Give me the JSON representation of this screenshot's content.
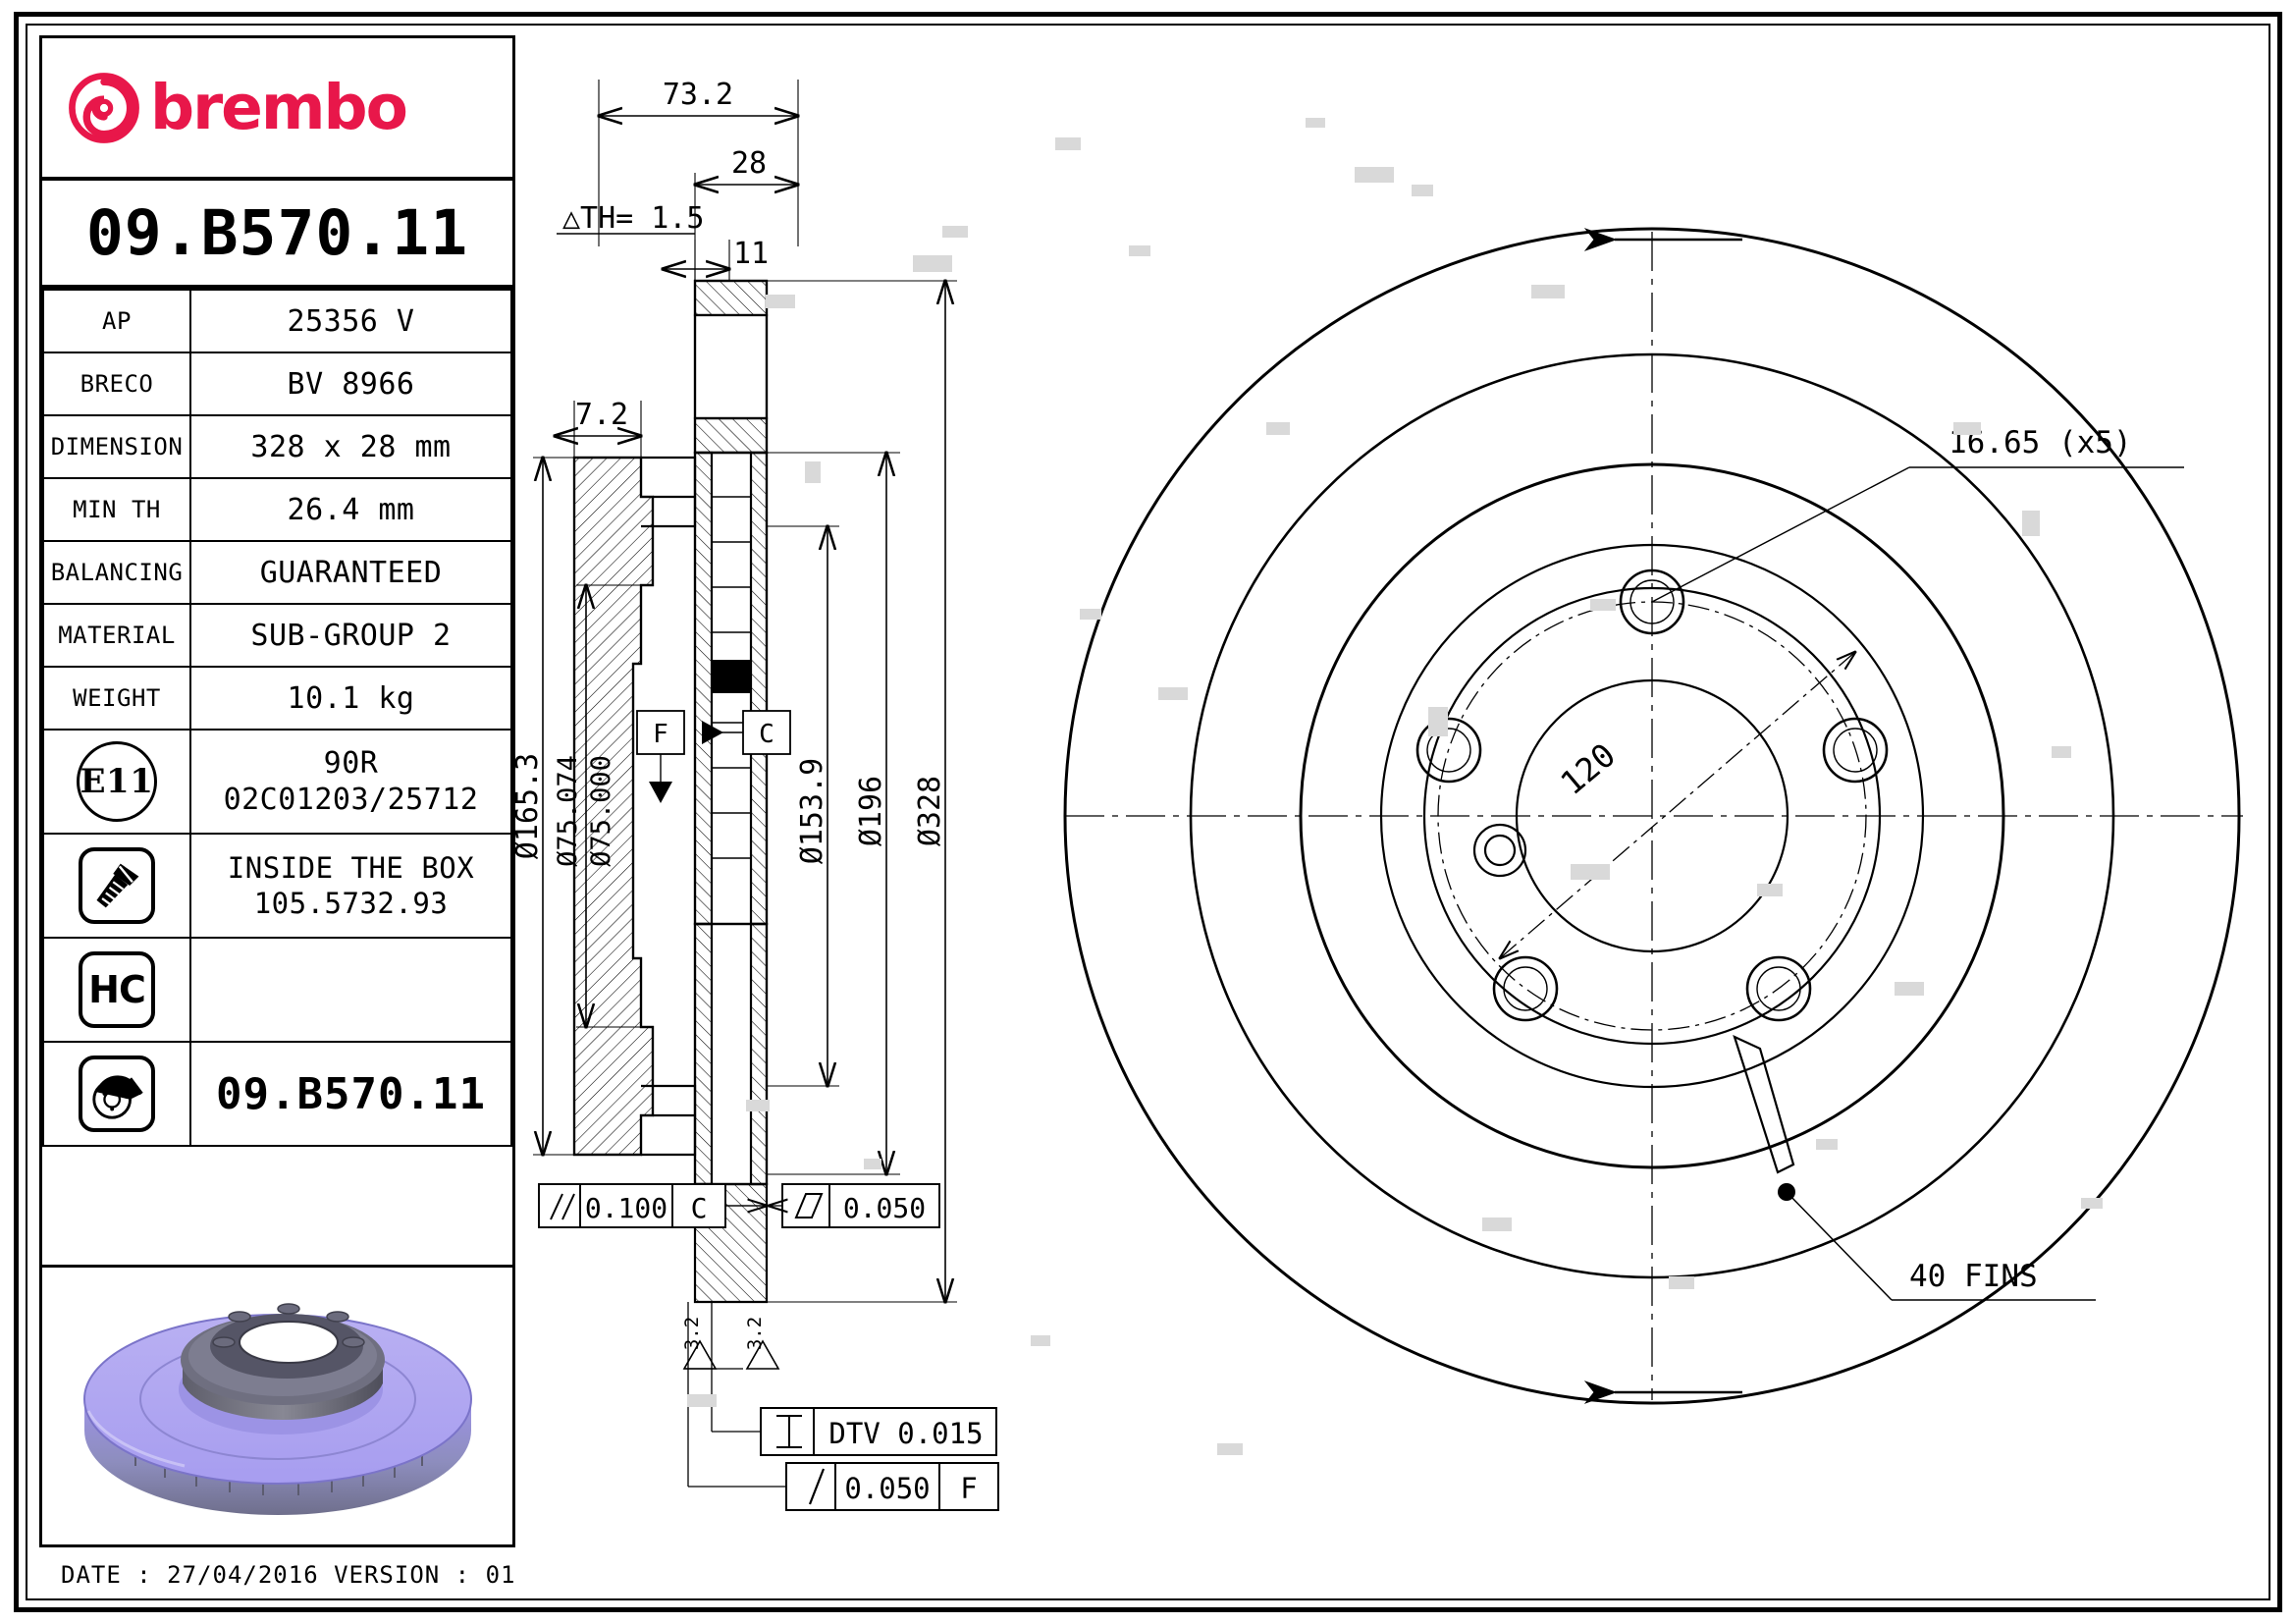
{
  "brand": {
    "name": "brembo",
    "logo_icon": "brembo-swirl-icon",
    "color": "#e8174a"
  },
  "part": {
    "code": "09.B570.11",
    "code_repeat": "09.B570.11"
  },
  "spec_table": {
    "rows": [
      {
        "label": "AP",
        "value": "25356 V"
      },
      {
        "label": "BRECO",
        "value": "BV 8966"
      },
      {
        "label": "DIMENSION",
        "value": "328 x 28 mm"
      },
      {
        "label": "MIN TH",
        "value": "26.4 mm"
      },
      {
        "label": "BALANCING",
        "value": "GUARANTEED"
      },
      {
        "label": "MATERIAL",
        "value": "SUB-GROUP 2"
      },
      {
        "label": "WEIGHT",
        "value": "10.1 kg"
      }
    ],
    "homologation": {
      "badge": "E11",
      "line1": "90R",
      "line2": "02C01203/25712"
    },
    "screw": {
      "icon": "screw-icon",
      "line1": "INSIDE THE BOX",
      "line2": "105.5732.93"
    },
    "hc": {
      "badge": "HC",
      "value": ""
    },
    "disc_icon_row": {
      "icon": "brake-disc-icon",
      "value": "09.B570.11"
    }
  },
  "footer": {
    "date_text": "DATE : 27/04/2016 VERSION : 01"
  },
  "section_view": {
    "dim_overall_width": "73.2",
    "dim_disc_thickness": "28",
    "dim_th_tolerance": "△TH= 1.5",
    "dim_hat_wall": "11",
    "dim_hat_face": "7.2",
    "dim_outer_diameter_hat": "Ø165.3",
    "dim_bore_max": "Ø75.074",
    "dim_bore_min": "Ø75.000",
    "dim_inner_diameter": "Ø153.9",
    "dim_mid_diameter": "Ø196",
    "dim_outer_diameter": "Ø328",
    "datum_f": "F",
    "datum_c": "C",
    "tol_parallel": {
      "symbol": "⫽",
      "value": "0.100",
      "datum": "C"
    },
    "tol_flatness": {
      "symbol": "▱",
      "value": "0.050",
      "datum": ""
    },
    "tol_dtv": {
      "symbol": "⌶",
      "value": "DTV 0.015",
      "datum": ""
    },
    "tol_runout": {
      "symbol": "╱",
      "value": "0.050",
      "datum": "F"
    },
    "surf_a": "3.2",
    "surf_b": "3.2"
  },
  "face_view": {
    "bolt_hole_dim": "16.65 (x5)",
    "pcd": "120",
    "fins_note": "40 FINS"
  }
}
